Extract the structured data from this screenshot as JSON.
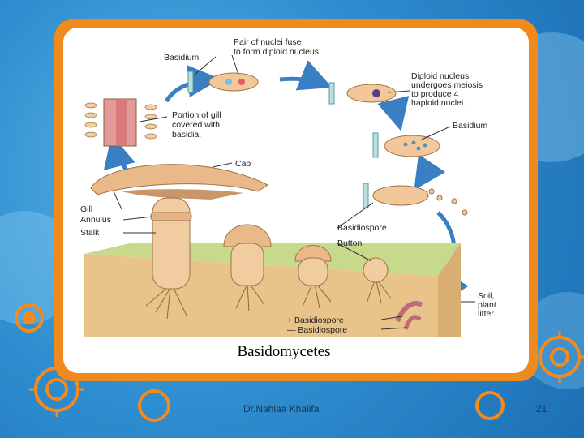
{
  "slide": {
    "caption": "Basidomycetes",
    "author": "Dr.Nahlaa Khalifa",
    "page_number": "21"
  },
  "diagram": {
    "labels": {
      "basidium_top": "Basidium",
      "nuclei_fuse_1": "Pair of nuclei fuse",
      "nuclei_fuse_2": "to form diploid nucleus.",
      "diploid_1": "Diploid nucleus",
      "diploid_2": "undergoes meiosis",
      "diploid_3": "to produce 4",
      "diploid_4": "haploid nuclei.",
      "gill_portion_1": "Portion of gill",
      "gill_portion_2": "covered with",
      "gill_portion_3": "basidia.",
      "basidium_right": "Basidium",
      "cap": "Cap",
      "gill": "Gill",
      "annulus": "Annulus",
      "stalk": "Stalk",
      "basidiospore": "Basidiospore",
      "button": "Button",
      "soil_1": "Soil,",
      "soil_2": "plant",
      "soil_3": "litter",
      "plus_basidiospore": "+ Basidiospore",
      "minus_basidiospore": "— Basidiospore"
    }
  },
  "colors": {
    "frame": "#f08a1d",
    "arrow": "#3a7fc4",
    "mushroom": "#e9b98a",
    "soil_top": "#c7d98b",
    "soil_side": "#e8c48a"
  }
}
